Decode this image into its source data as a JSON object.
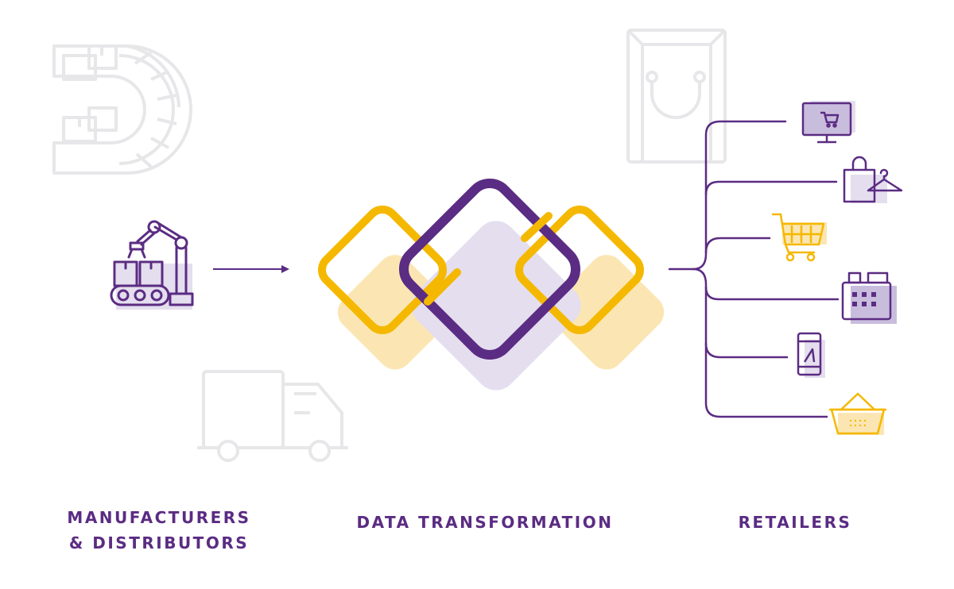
{
  "colors": {
    "purple": "#5b2c83",
    "purple_light": "#e4deee",
    "gold": "#f5b800",
    "gold_light": "#fbe6b3",
    "ghost": "#e7e7ea"
  },
  "labels": {
    "manufacturers_line1": "MANUFACTURERS",
    "manufacturers_line2": "& DISTRIBUTORS",
    "data_transformation": "DATA TRANSFORMATION",
    "retailers": "RETAILERS"
  },
  "icons": {
    "background": [
      "conveyor-warehouse-icon",
      "delivery-truck-icon",
      "shopping-bag-icon"
    ],
    "source": "robotic-arm-factory-icon",
    "center": "interlocking-diamonds-icon",
    "retailers": [
      "computer-cart-icon",
      "bag-hanger-icon",
      "shopping-cart-icon",
      "cash-register-icon",
      "mobile-phone-icon",
      "shopping-basket-icon"
    ]
  }
}
